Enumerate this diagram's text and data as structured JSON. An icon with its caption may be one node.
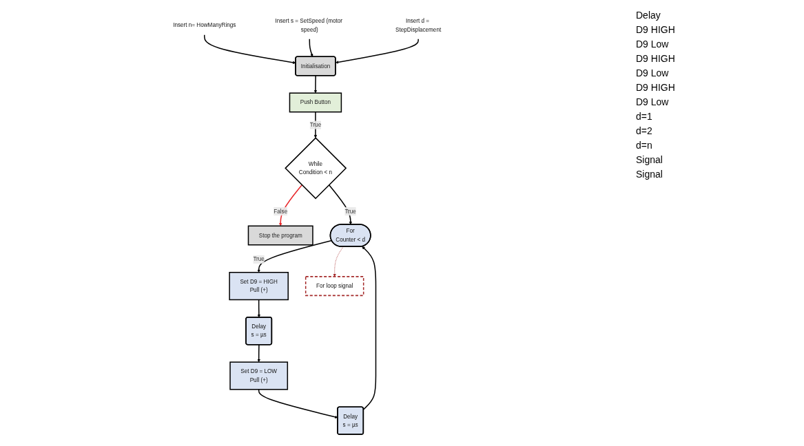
{
  "diagram": {
    "nodes": [
      {
        "text": [
          "Initialisation"
        ]
      },
      {
        "text": [
          "Insert n= HowManyRings"
        ]
      },
      {
        "text": [
          "Insert s = SetSpeed (motor speed)"
        ]
      },
      {
        "text": [
          "Insert d = StepDisplacement"
        ]
      },
      {
        "text": [
          "Push Button"
        ]
      },
      {
        "text": [
          "While",
          "Condition < n"
        ]
      },
      {
        "text": [
          "Stop the program"
        ]
      },
      {
        "text": [
          "For",
          "Counter < d"
        ]
      },
      {
        "text": [
          "Set D9 = HIGH",
          "Pull (+)"
        ]
      },
      {
        "text": [
          "Delay",
          "s = µs"
        ]
      },
      {
        "text": [
          "Set D9 = LOW",
          "Pull (+)"
        ]
      },
      {
        "text": [
          "Delay",
          "s = µs"
        ]
      },
      {
        "text": [
          "For loop signal"
        ]
      }
    ],
    "edges": [
      {
        "from": 1,
        "to": 0,
        "arrow": "to"
      },
      {
        "from": 2,
        "to": 0,
        "arrow": "to"
      },
      {
        "from": 3,
        "to": 0,
        "arrow": "to"
      },
      {
        "from": 0,
        "to": 4,
        "arrow": "to"
      },
      {
        "from": 4,
        "to": 5,
        "arrow": "to",
        "label": "True"
      },
      {
        "from": 5,
        "to": 6,
        "arrow": "to",
        "label": "False",
        "color": "#e8262a"
      },
      {
        "from": 5,
        "to": 7,
        "arrow": "to",
        "label": "True"
      },
      {
        "from": 7,
        "to": 12,
        "arrow": "to",
        "style": "dashed",
        "color": "#a52a2a"
      },
      {
        "from": 7,
        "to": 8,
        "arrow": "to",
        "label": "True"
      },
      {
        "from": 8,
        "to": 9,
        "arrow": "to"
      },
      {
        "from": 9,
        "to": 10,
        "arrow": "to"
      },
      {
        "from": 10,
        "to": 11,
        "arrow": "to"
      },
      {
        "from": 11,
        "to": 7,
        "arrow": "to"
      }
    ],
    "labels": [
      "Delay",
      "D9 HIGH",
      "D9 Low",
      "D9 HIGH",
      "D9 Low",
      "D9 HIGH",
      "D9 Low",
      "d=1",
      "d=2",
      "d=n",
      "Signal",
      "Signal"
    ]
  }
}
